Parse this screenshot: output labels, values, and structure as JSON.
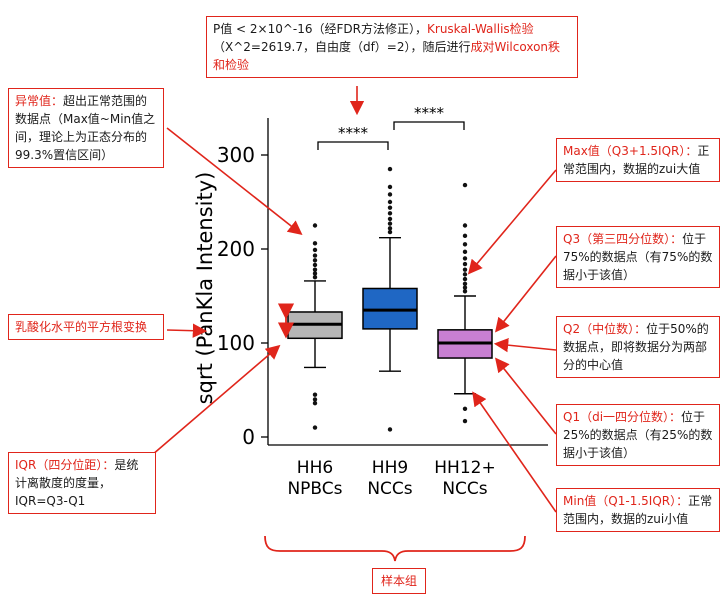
{
  "colors": {
    "accent_red": "#e0251b",
    "box_gray": "#b5b5b5",
    "box_blue": "#1f67c4",
    "box_purple": "#c87fd2"
  },
  "annotations": {
    "stat_test": {
      "seg1": "P值 < 2×10^-16（经FDR方法修正），",
      "seg2": "Kruskal-Wallis检验",
      "seg3": "（X^2=2619.7，自由度（df）=2），随后进行",
      "seg4": "成对Wilcoxon秩和检验"
    },
    "outlier": {
      "label": "异常值：",
      "text": "超出正常范围的数据点（Max值~Min值之间，理论上为正态分布的99.3%置信区间）"
    },
    "sqrt_note": {
      "text": "乳酸化水平的平方根变换"
    },
    "iqr": {
      "label": "IQR（四分位距）：",
      "text": "是统计离散度的度量，IQR=Q3-Q1"
    },
    "max": {
      "label": "Max值（Q3+1.5IQR）：",
      "text": "正常范围内，数据的zui大值"
    },
    "q3": {
      "label": "Q3（第三四分位数）：",
      "text": "位于75%的数据点（有75%的数据小于该值）"
    },
    "q2": {
      "label": "Q2（中位数）：",
      "text": "位于50%的数据点，即将数据分为两部分的中心值"
    },
    "q1": {
      "label": "Q1（di一四分位数）：",
      "text": "位于25%的数据点（有25%的数据小于该值）"
    },
    "min": {
      "label": "Min值（Q1-1.5IQR）：",
      "text": "正常范围内，数据的zui小值"
    },
    "sample_group": {
      "text": "样本组"
    }
  },
  "chart_data": {
    "type": "boxplot",
    "title": "",
    "xlabel": "",
    "ylabel": "sqrt (PanKla Intensity)",
    "ylim": [
      0,
      320
    ],
    "yticks": [
      0,
      100,
      200,
      300
    ],
    "groups": [
      {
        "label_line1": "HH6",
        "label_line2": "NPBCs",
        "color": "#b5b5b5",
        "q1": 105,
        "median": 120,
        "q3": 133,
        "whisker_low": 74,
        "whisker_high": 166,
        "outliers_high": [
          170,
          174,
          178,
          183,
          188,
          193,
          199,
          206,
          225
        ],
        "outliers_low": [
          45,
          40,
          36,
          10
        ]
      },
      {
        "label_line1": "HH9",
        "label_line2": "NCCs",
        "color": "#1f67c4",
        "q1": 115,
        "median": 135,
        "q3": 158,
        "whisker_low": 70,
        "whisker_high": 212,
        "outliers_high": [
          218,
          222,
          227,
          232,
          238,
          244,
          250,
          258,
          266,
          285
        ],
        "outliers_low": [
          8
        ]
      },
      {
        "label_line1": "HH12+",
        "label_line2": "NCCs",
        "color": "#c87fd2",
        "q1": 84,
        "median": 100,
        "q3": 114,
        "whisker_low": 46,
        "whisker_high": 150,
        "outliers_high": [
          155,
          159,
          163,
          168,
          173,
          178,
          184,
          190,
          197,
          205,
          214,
          225,
          268
        ],
        "outliers_low": [
          30,
          17
        ]
      }
    ],
    "significance": [
      {
        "between": [
          "HH6 NPBCs",
          "HH9 NCCs"
        ],
        "label": "****"
      },
      {
        "between": [
          "HH9 NCCs",
          "HH12+ NCCs"
        ],
        "label": "****"
      }
    ]
  }
}
